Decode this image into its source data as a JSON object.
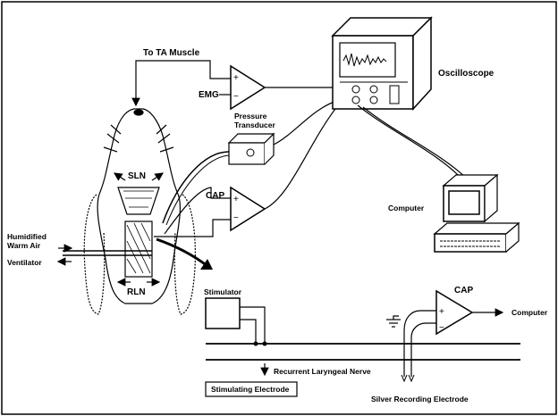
{
  "labels": {
    "to_ta_muscle": "To TA Muscle",
    "emg": "EMG",
    "pressure_transducer_line1": "Pressure",
    "pressure_transducer_line2": "Transducer",
    "oscilloscope": "Oscilloscope",
    "sln": "SLN",
    "rln": "RLN",
    "cap_amp": "CAP",
    "humidified_line1": "Humidified",
    "humidified_line2": "Warm  Air",
    "ventilator": "Ventilator",
    "computer_top": "Computer",
    "stimulator": "Stimulator",
    "cap_circuit": "CAP",
    "computer_right": "Computer",
    "recurrent_laryngeal_nerve": "Recurrent Laryngeal Nerve",
    "stimulating_electrode": "Stimulating Electrode",
    "silver_recording_electrode": "Silver Recording Electrode"
  },
  "amp_signs": {
    "plus": "+",
    "minus": "−"
  }
}
